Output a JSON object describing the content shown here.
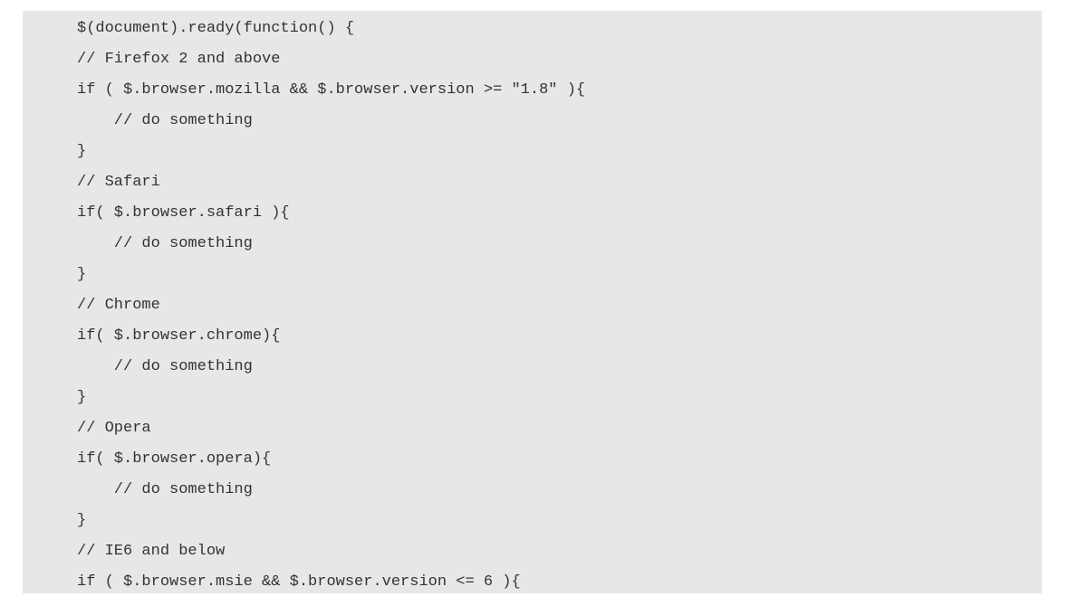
{
  "code_lines": [
    "$(document).ready(function() {",
    "// Firefox 2 and above",
    "if ( $.browser.mozilla && $.browser.version >= \"1.8\" ){",
    "    // do something",
    "}",
    "// Safari",
    "if( $.browser.safari ){",
    "    // do something",
    "}",
    "// Chrome",
    "if( $.browser.chrome){",
    "    // do something",
    "}",
    "// Opera",
    "if( $.browser.opera){",
    "    // do something",
    "}",
    "// IE6 and below",
    "if ( $.browser.msie && $.browser.version <= 6 ){"
  ]
}
